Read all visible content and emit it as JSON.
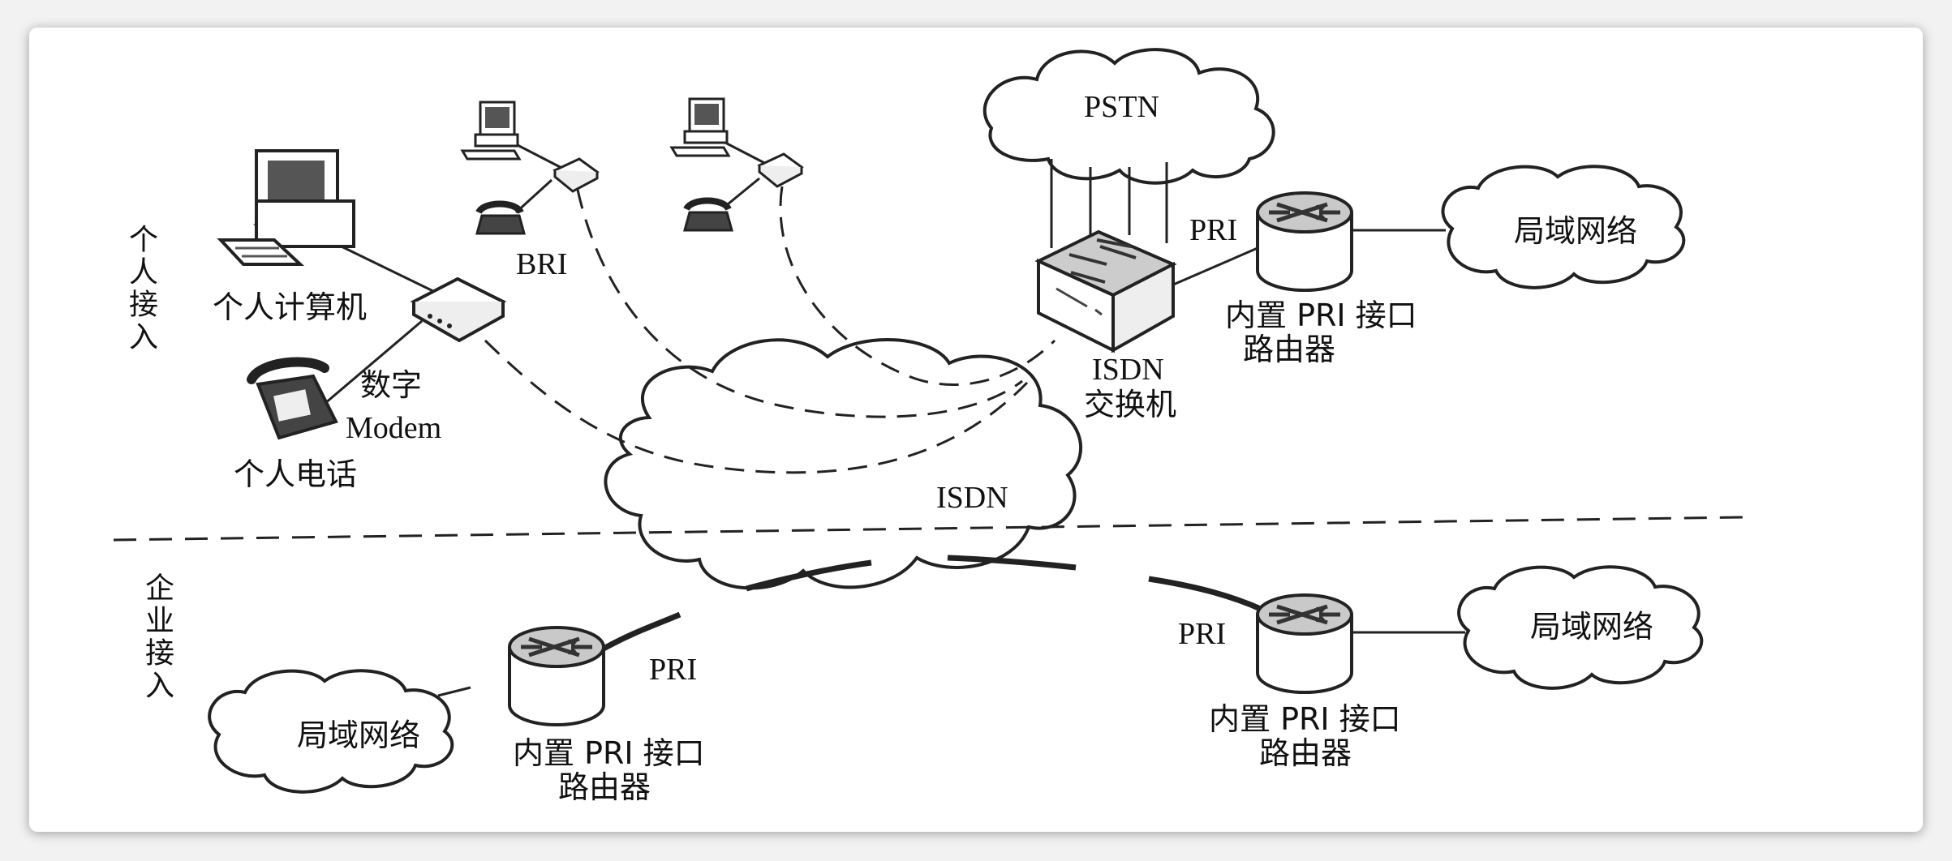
{
  "sections": {
    "personal": "个人接入",
    "enterprise": "企业接入"
  },
  "devices": {
    "pc_label": "个人计算机",
    "phone_label": "个人电话",
    "modem_label_line1": "数字",
    "modem_label_line2": "Modem",
    "bri_label": "BRI",
    "pstn_label": "PSTN",
    "isdn_switch_line1": "ISDN",
    "isdn_switch_line2": "交换机",
    "isdn_cloud_label": "ISDN"
  },
  "routers": [
    {
      "pri": "PRI",
      "line1": "内置 PRI 接口",
      "line2": "路由器",
      "lan": "局域网络"
    },
    {
      "pri": "PRI",
      "line1": "内置 PRI 接口",
      "line2": "路由器",
      "lan": "局域网络"
    },
    {
      "pri": "PRI",
      "line1": "内置 PRI 接口",
      "line2": "路由器",
      "lan": "局域网络"
    }
  ]
}
